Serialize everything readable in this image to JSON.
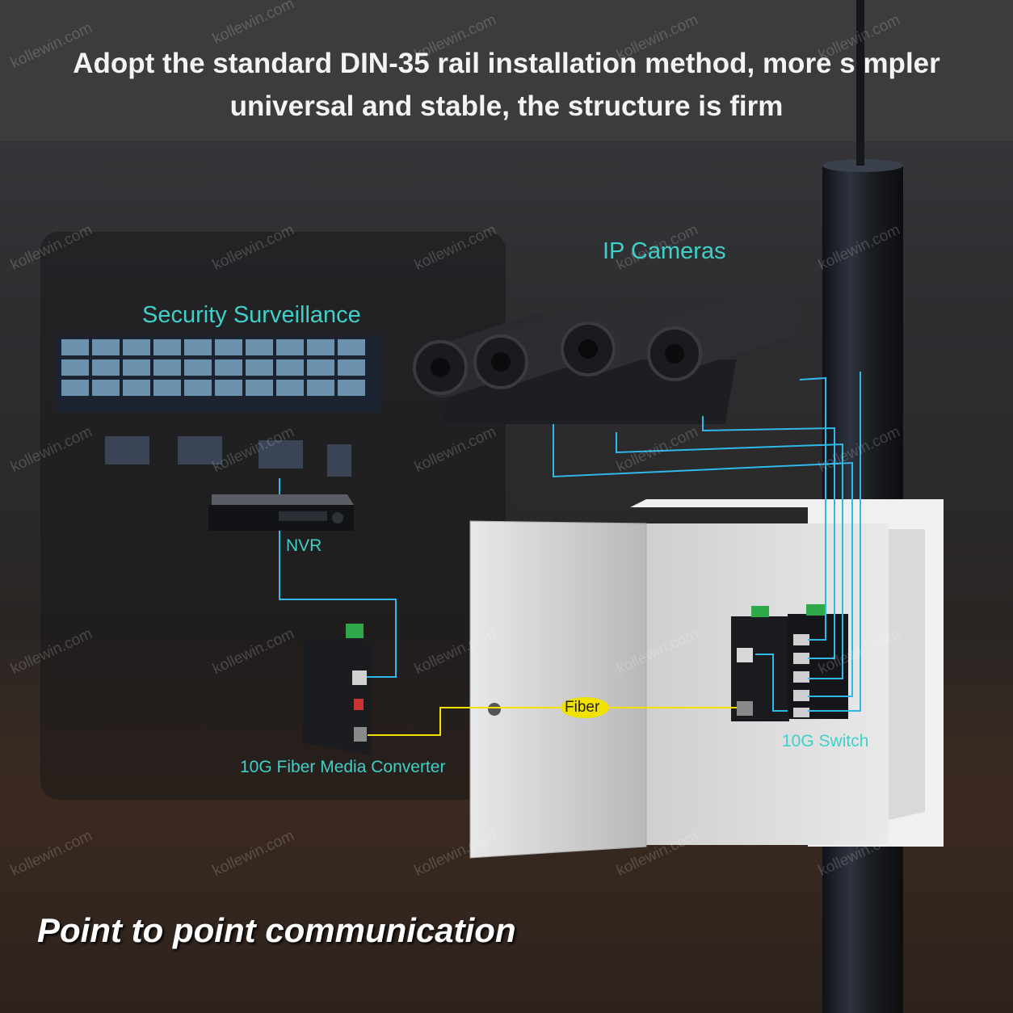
{
  "headline": {
    "line1": "Adopt the standard DIN-35 rail installation method, more simpler",
    "line2": "universal and stable, the structure is firm"
  },
  "labels": {
    "ip_cameras": "IP Cameras",
    "security_surveillance": "Security Surveillance",
    "nvr": "NVR",
    "media_converter": "10G Fiber Media Converter",
    "fiber": "Fiber",
    "switch": "10G Switch"
  },
  "footer": "Point to point communication",
  "watermark": "kollewin.com",
  "colors": {
    "network_line": "#2fb8e8",
    "fiber_line": "#f2e200",
    "label_cyan": "#3fd0c8"
  }
}
